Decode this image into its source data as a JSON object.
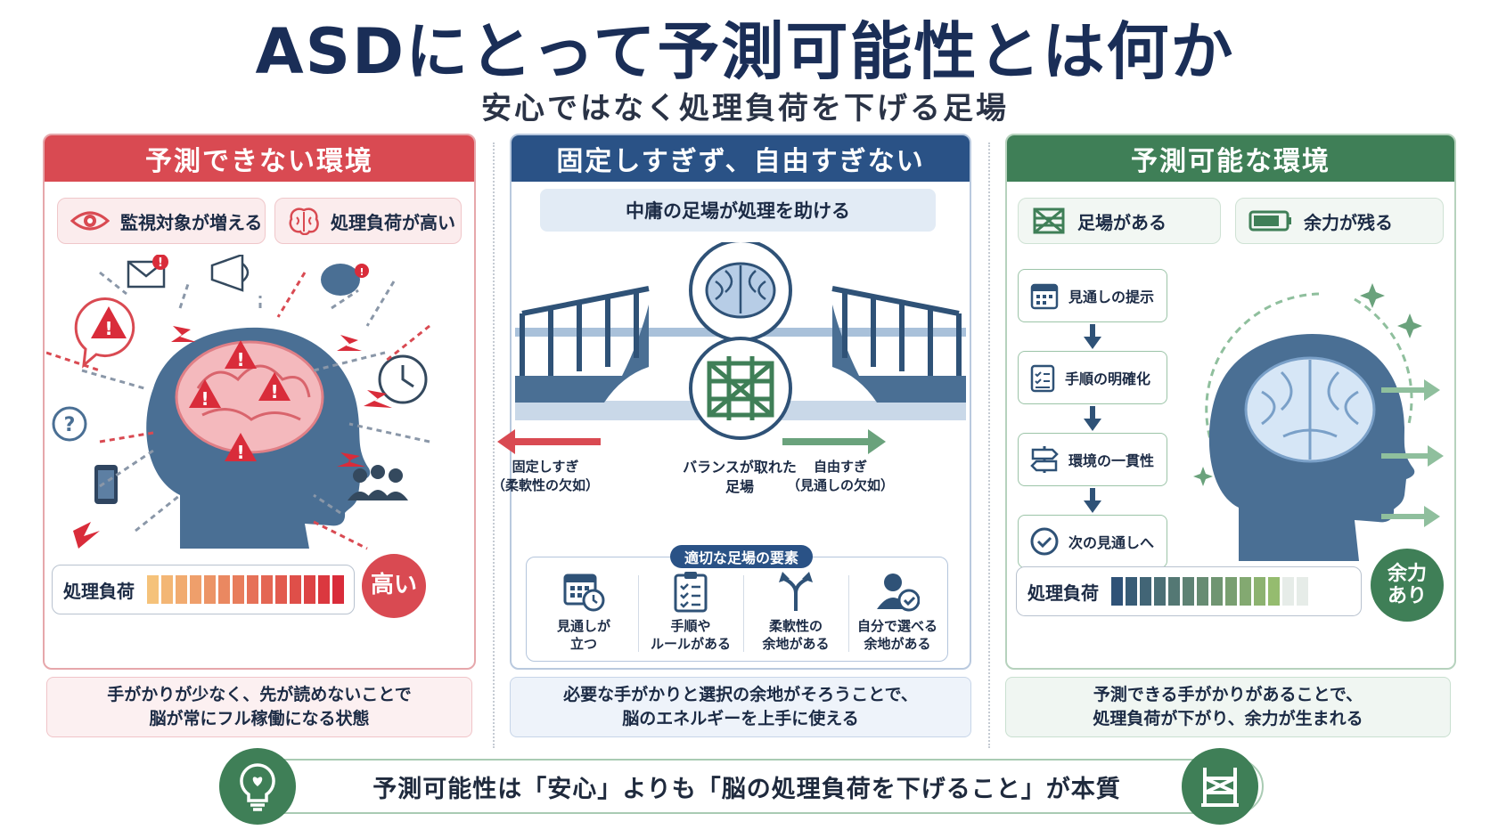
{
  "title": "ASDにとって予測可能性とは何か",
  "subtitle": "安心ではなく処理負荷を下げる足場",
  "left": {
    "header": "予測できない環境",
    "chips": [
      "監視対象が増える",
      "処理負荷が高い"
    ],
    "load_label": "処理負荷",
    "load_level": 1.0,
    "badge": "高い",
    "caption": [
      "手がかりが少なく、先が読めないことで",
      "脳が常にフル稼働になる状態"
    ]
  },
  "center": {
    "header": "固定しすぎず、自由すぎない",
    "banner": "中庸の足場が処理を助ける",
    "left_label": [
      "固定しすぎ",
      "（柔軟性の欠如）"
    ],
    "mid_label": [
      "バランスが取れた",
      "足場"
    ],
    "right_label": [
      "自由すぎ",
      "（見通しの欠如）"
    ],
    "elements_title": "適切な足場の要素",
    "elements": [
      {
        "label": [
          "見通しが",
          "立つ"
        ],
        "icon": "calendar-clock-icon"
      },
      {
        "label": [
          "手順や",
          "ルールがある"
        ],
        "icon": "checklist-icon"
      },
      {
        "label": [
          "柔軟性の",
          "余地がある"
        ],
        "icon": "branch-arrows-icon"
      },
      {
        "label": [
          "自分で選べる",
          "余地がある"
        ],
        "icon": "user-check-icon"
      }
    ],
    "caption": [
      "必要な手がかりと選択の余地がそろうことで、",
      "脳のエネルギーを上手に使える"
    ]
  },
  "right": {
    "header": "予測可能な環境",
    "chips": [
      "足場がある",
      "余力が残る"
    ],
    "steps": [
      "見通しの提示",
      "手順の明確化",
      "環境の一貫性",
      "次の見通しへ"
    ],
    "load_label": "処理負荷",
    "load_level": 0.85,
    "badge": [
      "余力",
      "あり"
    ],
    "caption": [
      "予測できる手がかりがあることで、",
      "処理負荷が下がり、余力が生まれる"
    ]
  },
  "footer": "予測可能性は「安心」よりも「脳の処理負荷を下げること」が本質",
  "colors": {
    "red": "#d94a52",
    "navy": "#2a5286",
    "green": "#3f7f57"
  }
}
